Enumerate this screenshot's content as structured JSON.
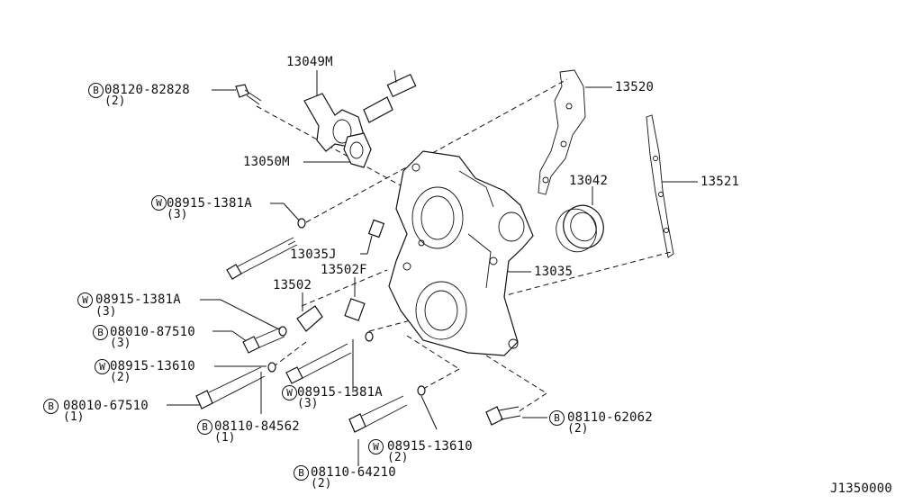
{
  "diagram_id": "J1350000",
  "parts": [
    {
      "key": "p13049M",
      "number": "13049M",
      "prefix": "",
      "qty": ""
    },
    {
      "key": "p08120_82828",
      "number": "08120-82828",
      "prefix": "B",
      "qty": "(2)"
    },
    {
      "key": "p13050M",
      "number": "13050M",
      "prefix": "",
      "qty": ""
    },
    {
      "key": "p13520",
      "number": "13520",
      "prefix": "",
      "qty": ""
    },
    {
      "key": "p13521",
      "number": "13521",
      "prefix": "",
      "qty": ""
    },
    {
      "key": "p13042",
      "number": "13042",
      "prefix": "",
      "qty": ""
    },
    {
      "key": "p08915_1381A_top",
      "number": "08915-1381A",
      "prefix": "W",
      "qty": "(3)"
    },
    {
      "key": "p13035J",
      "number": "13035J",
      "prefix": "",
      "qty": ""
    },
    {
      "key": "p13502F",
      "number": "13502F",
      "prefix": "",
      "qty": ""
    },
    {
      "key": "p13035",
      "number": "13035",
      "prefix": "",
      "qty": ""
    },
    {
      "key": "p13502",
      "number": "13502",
      "prefix": "",
      "qty": ""
    },
    {
      "key": "p08915_1381A_mid",
      "number": "08915-1381A",
      "prefix": "W",
      "qty": "(3)"
    },
    {
      "key": "p08010_87510",
      "number": "08010-87510",
      "prefix": "B",
      "qty": "(3)"
    },
    {
      "key": "p08915_13610_left",
      "number": "08915-13610",
      "prefix": "W",
      "qty": "(2)"
    },
    {
      "key": "p08010_67510",
      "number": "08010-67510",
      "prefix": "B",
      "qty": "(1)"
    },
    {
      "key": "p08915_1381A_low",
      "number": "08915-1381A",
      "prefix": "W",
      "qty": "(3)"
    },
    {
      "key": "p08110_84562",
      "number": "08110-84562",
      "prefix": "B",
      "qty": "(1)"
    },
    {
      "key": "p08110_62062",
      "number": "08110-62062",
      "prefix": "B",
      "qty": "(2)"
    },
    {
      "key": "p08915_13610_low",
      "number": "08915-13610",
      "prefix": "W",
      "qty": "(2)"
    },
    {
      "key": "p08110_64210",
      "number": "08110-64210",
      "prefix": "B",
      "qty": "(2)"
    }
  ]
}
